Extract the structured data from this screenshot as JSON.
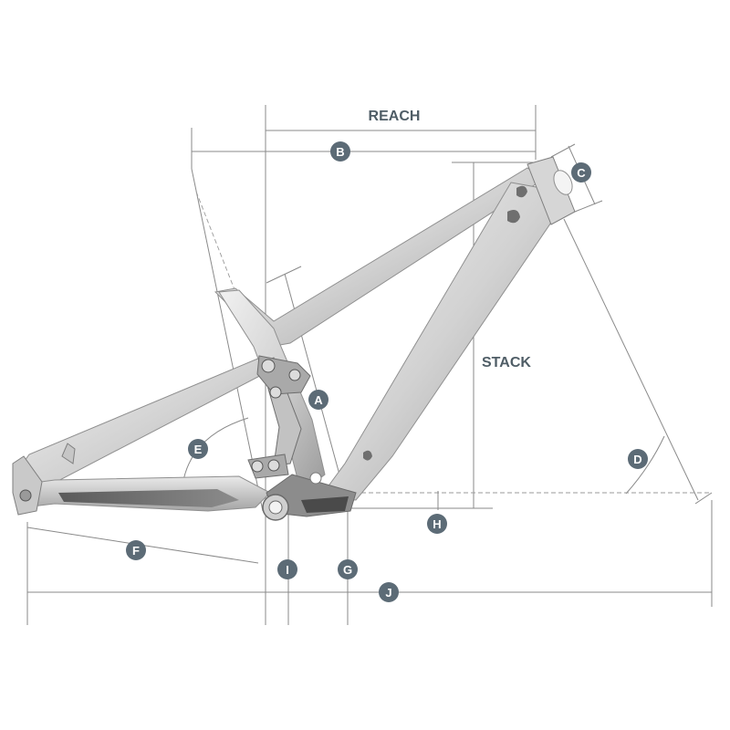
{
  "labels": {
    "reach": "REACH",
    "stack": "STACK"
  },
  "badges": {
    "a": "A",
    "b": "B",
    "c": "C",
    "d": "D",
    "e": "E",
    "f": "F",
    "g": "G",
    "h": "H",
    "i": "I",
    "j": "J"
  },
  "colors": {
    "badge": "#5c6b76",
    "label": "#4f5d66",
    "dimension_line": "#8a8a8a",
    "frame_light": "#e4e4e4",
    "frame_dark": "#7d7d7d",
    "frame_graphic": "#4a4a4a"
  }
}
